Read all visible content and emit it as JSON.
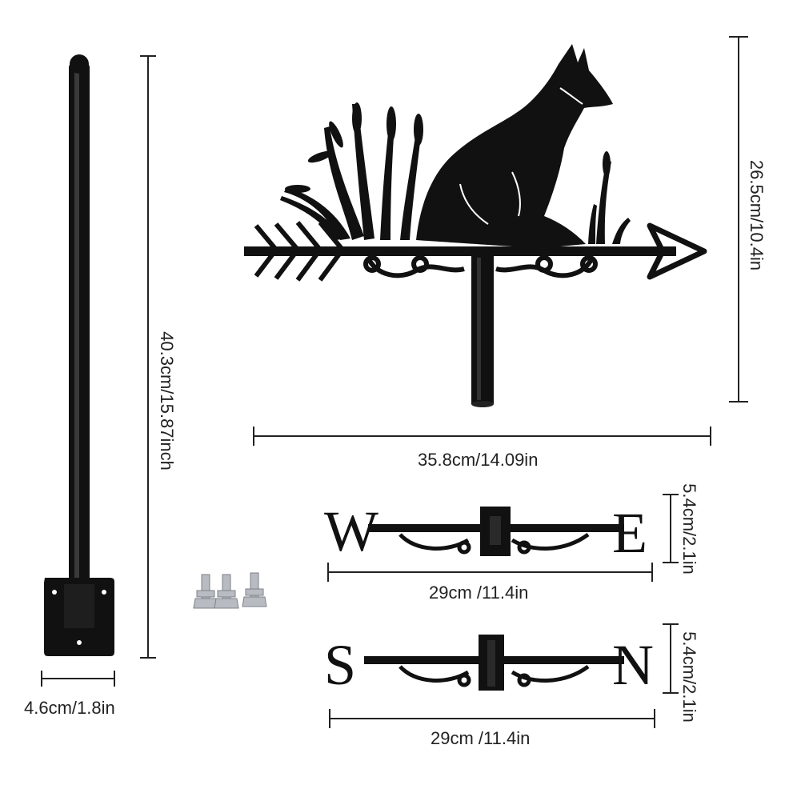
{
  "colors": {
    "metal": "#111111",
    "dimension_line": "#222222",
    "bolt": "#b8bcc2",
    "background": "#ffffff"
  },
  "dimensions": {
    "pole_height": "40.3cm/15.87inch",
    "base_width": "4.6cm/1.8in",
    "vane_width": "35.8cm/14.09in",
    "vane_height": "26.5cm/10.4in",
    "we_width": "29cm /11.4in",
    "we_height": "5.4cm/2.1in",
    "sn_width": "29cm /11.4in",
    "sn_height": "5.4cm/2.1in"
  },
  "direction_letters": {
    "west": "W",
    "east": "E",
    "south": "S",
    "north": "N"
  },
  "objects": [
    "mounting-pole",
    "fox-weathervane",
    "we-direction-bar",
    "sn-direction-bar",
    "bolts"
  ]
}
